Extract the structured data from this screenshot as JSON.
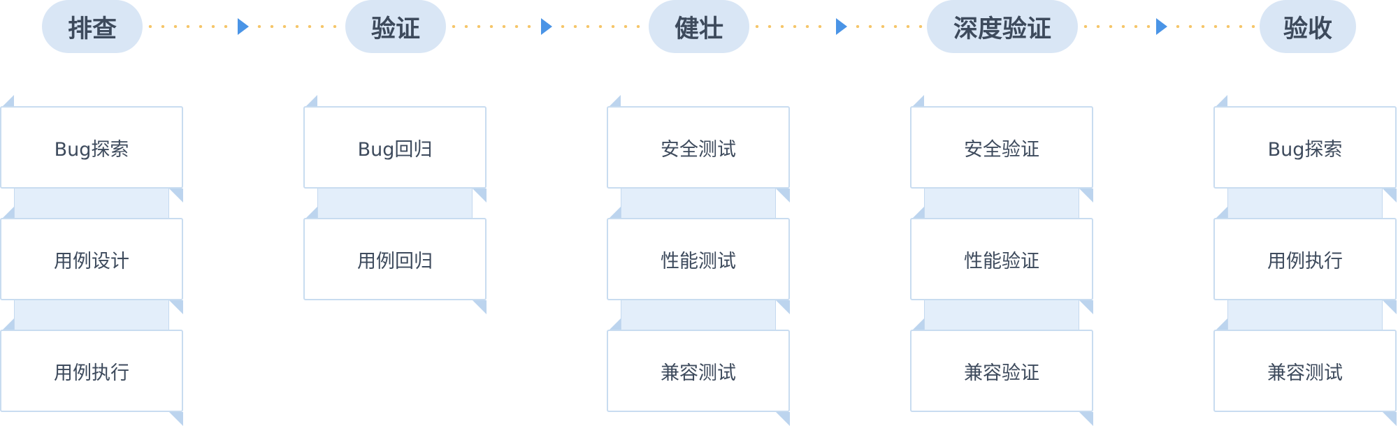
{
  "stages": [
    {
      "title": "排查",
      "items": [
        "Bug探索",
        "用例设计",
        "用例执行"
      ]
    },
    {
      "title": "验证",
      "items": [
        "Bug回归",
        "用例回归"
      ]
    },
    {
      "title": "健壮",
      "items": [
        "安全测试",
        "性能测试",
        "兼容测试"
      ]
    },
    {
      "title": "深度验证",
      "items": [
        "安全验证",
        "性能验证",
        "兼容验证"
      ]
    },
    {
      "title": "验收",
      "items": [
        "Bug探索",
        "用例执行",
        "兼容测试"
      ]
    }
  ],
  "colors": {
    "pill_bg": "#d9e6f5",
    "text": "#3d4a5c",
    "dot": "#f5c66a",
    "arrow": "#4a94e6",
    "card_border": "#c8dcf0",
    "band": "#e3eefa",
    "fold": "#bcd4ee"
  }
}
